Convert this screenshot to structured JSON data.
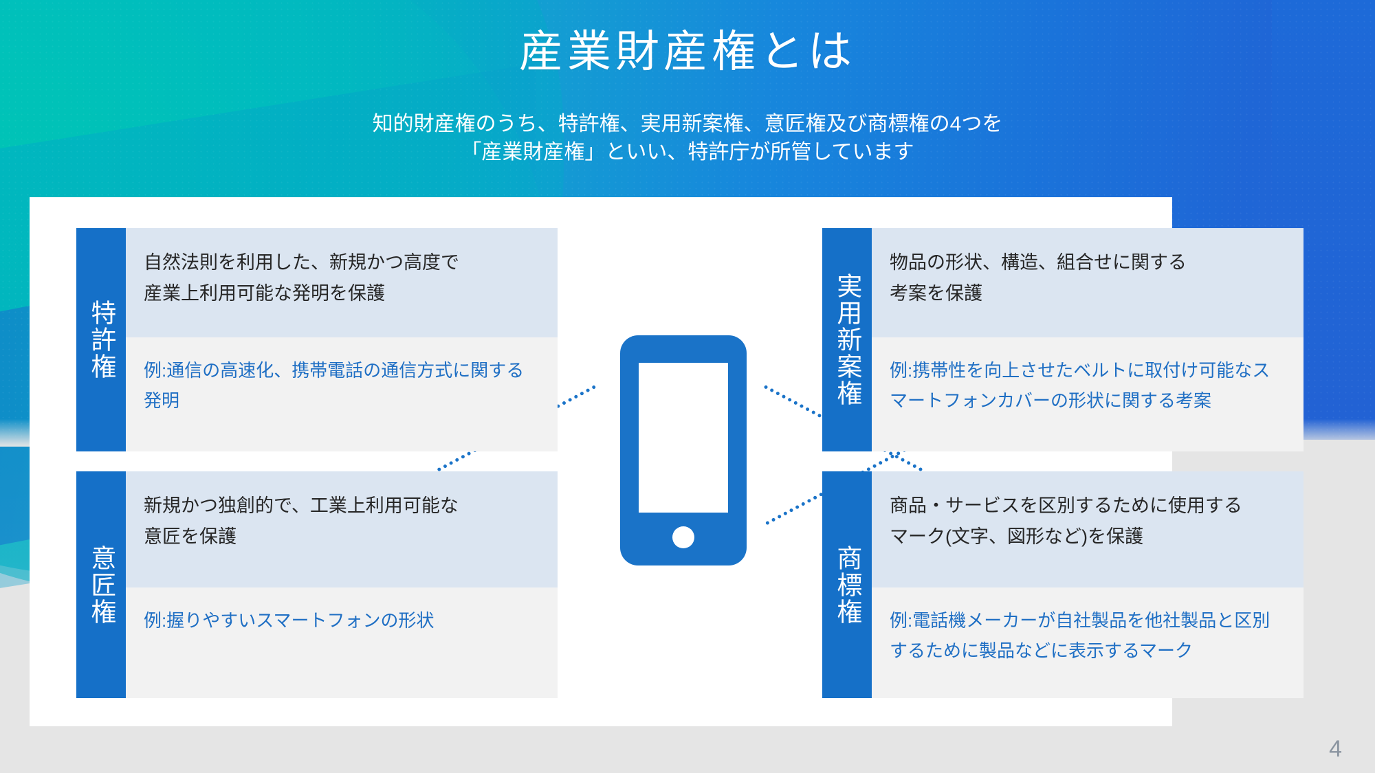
{
  "header": {
    "title": "産業財産権とは",
    "subtitle_lines": [
      "知的財産権のうち、特許権、実用新案権、意匠権及び商標権の4つを",
      "「産業財産権」といい、特許庁が所管しています"
    ]
  },
  "center": {
    "icon": "smartphone-icon"
  },
  "cards": [
    {
      "id": "patent",
      "tab_label": "特許権",
      "description_lines": [
        "自然法則を利用した、新規かつ高度で",
        "産業上利用可能な発明を保護"
      ],
      "example_lines": [
        "例:通信の高速化、携帯電話の通信方式に関する",
        "発明"
      ]
    },
    {
      "id": "utility",
      "tab_label": "実用新案権",
      "description_lines": [
        "物品の形状、構造、組合せに関する",
        "考案を保護"
      ],
      "example_lines": [
        "例:携帯性を向上させたベルトに取付け可能なス",
        "マートフォンカバーの形状に関する考案"
      ]
    },
    {
      "id": "design",
      "tab_label": "意匠権",
      "description_lines": [
        "新規かつ独創的で、工業上利用可能な",
        "意匠を保護"
      ],
      "example_lines": [
        "例:握りやすいスマートフォンの形状"
      ]
    },
    {
      "id": "trademark",
      "tab_label": "商標権",
      "description_lines": [
        "商品・サービスを区別するために使用する",
        "マーク(文字、図形など)を保護"
      ],
      "example_lines": [
        "例:電話機メーカーが自社製品を他社製品と区別",
        "するために製品などに表示するマーク"
      ]
    }
  ],
  "footer": {
    "page_number": "4"
  },
  "colors": {
    "tab_blue": "#1570C8",
    "desc_panel": "#DBE5F1",
    "example_panel": "#F2F2F2",
    "example_text": "#1F6FC4",
    "gradient_from": "#00B3B0",
    "gradient_to": "#2462D4",
    "page_bg": "#E5E5E5",
    "page_number_color": "#8A94A0"
  }
}
